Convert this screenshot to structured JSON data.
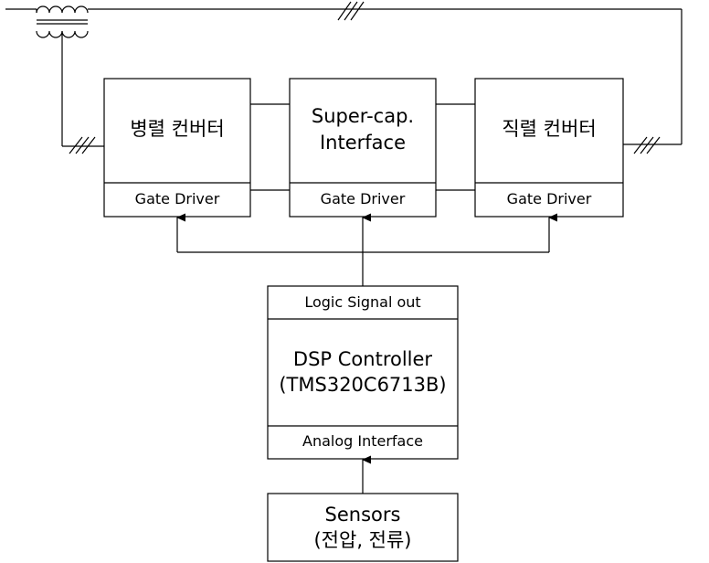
{
  "blocks": {
    "parallel_converter": {
      "title": "병렬 컨버터",
      "driver": "Gate Driver"
    },
    "supercap_interface": {
      "title_line1": "Super-cap.",
      "title_line2": "Interface",
      "driver": "Gate Driver"
    },
    "series_converter": {
      "title": "직렬 컨버터",
      "driver": "Gate Driver"
    },
    "dsp": {
      "top": "Logic Signal out",
      "title": "DSP Controller",
      "subtitle": "(TMS320C6713B)",
      "bottom": "Analog Interface"
    },
    "sensors": {
      "title": "Sensors",
      "subtitle": "(전압, 전류)"
    }
  }
}
